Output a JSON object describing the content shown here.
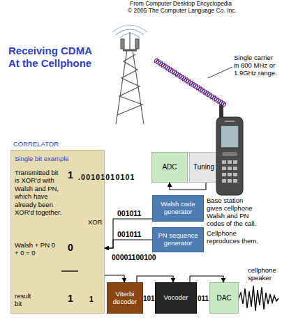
{
  "diagram": {
    "title": "Receiving CDMA At the Cellphone",
    "nodes": [
      {
        "text": [
          "CORRELATOR",
          "Single bit example",
          "Transmitted bit is XOR'd with Walsh and PN, which have already been XOR'd together.",
          "Walsh + PN 0 + 0 = 0",
          "result bit"
        ]
      },
      {
        "text": [
          "ADC"
        ]
      },
      {
        "text": [
          "Tuning"
        ]
      },
      {
        "text": [
          "Walsh code generator"
        ]
      },
      {
        "text": [
          "PN sequence generator"
        ]
      },
      {
        "text": [
          "Viterbi decoder"
        ]
      },
      {
        "text": [
          "Vocoder"
        ]
      },
      {
        "text": [
          "DAC"
        ]
      }
    ],
    "edges": [
      {
        "from": 2,
        "to": 1,
        "arrow": "to"
      },
      {
        "from": 3,
        "to": 0,
        "arrow": "to"
      },
      {
        "from": 4,
        "to": 0,
        "arrow": "to"
      },
      {
        "from": 0,
        "to": 5,
        "arrow": "to"
      },
      {
        "from": 5,
        "to": 6,
        "arrow": "to"
      },
      {
        "from": 6,
        "to": 7,
        "arrow": "to"
      }
    ],
    "labels": [
      "From Computer Desktop Encyclopedia",
      "© 2005 The Computer Language Co. Inc.",
      "Single carrier in 800 MHz or 1.9GHz range.",
      "1",
      ".00101010101",
      "Base station gives cellphone Walsh and PN codes of the call.",
      "Cellphone reproduces them.",
      "001011",
      "XOR",
      "001011",
      "0",
      "00001100100",
      "1",
      "1",
      "101",
      "011",
      "cellphone speaker"
    ]
  }
}
